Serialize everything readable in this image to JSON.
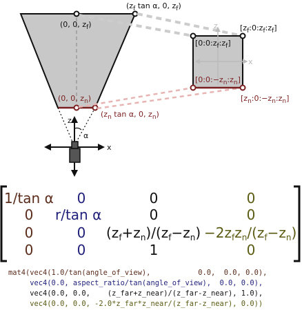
{
  "colors": {
    "frustum_fill": "#c8c8c8",
    "guide": "#bbbbbb",
    "dark_red": "#7a1f1f",
    "pink_dash": "#e7b4b4",
    "navy": "#1f1f7a",
    "olive": "#5b5b14",
    "brown": "#5a2c1c",
    "black": "#111111"
  },
  "frustum": {
    "label_far_right": "(z",
    "label_far_right_sub": "f",
    "label_far_right_mid": " tan α, 0, z",
    "label_far_right_end_sub": "f",
    "label_far_right_close": ")",
    "label_far_center": "(0, 0, z",
    "label_far_center_sub": "f",
    "label_far_center_close": ")",
    "label_near_center": "(0, 0, z",
    "label_near_center_sub": "n",
    "label_near_center_close": ")",
    "label_near_right": "(z",
    "label_near_right_sub": "n",
    "label_near_right_mid": " tan α, 0, z",
    "label_near_right_end_sub": "n",
    "label_near_right_close": ")"
  },
  "ndc": {
    "label_top_right_a": "[z",
    "label_top_right_sub1": "f",
    "label_top_right_b": ":0:z",
    "label_top_right_sub2": "f",
    "label_top_right_c": ":z",
    "label_top_right_sub3": "f",
    "label_top_right_d": "]",
    "label_top_center_a": "[0:0:z",
    "label_top_center_sub1": "f",
    "label_top_center_b": ":z",
    "label_top_center_sub2": "f",
    "label_top_center_c": "]",
    "label_bottom_center_a": "[0:0:−z",
    "label_bottom_center_sub1": "n",
    "label_bottom_center_b": ":z",
    "label_bottom_center_sub2": "n",
    "label_bottom_center_c": "]",
    "label_bottom_right_a": "[z",
    "label_bottom_right_sub1": "n",
    "label_bottom_right_b": ":0:−z",
    "label_bottom_right_sub2": "n",
    "label_bottom_right_c": ":z",
    "label_bottom_right_sub3": "n",
    "label_bottom_right_d": "]",
    "axis_z": "z",
    "axis_x": "x"
  },
  "camera": {
    "axis_z": "z",
    "axis_x": "x",
    "angle": "α"
  },
  "matrix": {
    "r0c0": "1/tan α",
    "r0c1": "0",
    "r0c2": "0",
    "r0c3": "0",
    "r1c0": "0",
    "r1c1": "r/tan α",
    "r1c2": "0",
    "r1c3": "0",
    "r2c0": "0",
    "r2c1": "0",
    "r2c2_a": "(z",
    "r2c2_s1": "f",
    "r2c2_b": "+z",
    "r2c2_s2": "n",
    "r2c2_c": ")/(z",
    "r2c2_s3": "f",
    "r2c2_d": "−z",
    "r2c2_s4": "n",
    "r2c2_e": ")",
    "r2c3_a": "−2z",
    "r2c3_s1": "f",
    "r2c3_b": "z",
    "r2c3_s2": "n",
    "r2c3_c": "/(z",
    "r2c3_s3": "f",
    "r2c3_d": "−z",
    "r2c3_s4": "n",
    "r2c3_e": ")",
    "r3c0": "0",
    "r3c1": "0",
    "r3c2": "1",
    "r3c3": "0"
  },
  "code": {
    "line1": "mat4(vec4(1.0/tan(angle_of_view),           0.0,  0.0, 0.0),",
    "line2": "     vec4(0.0, aspect_ratio/tan(angle_of_view),  0.0, 0.0),",
    "line3": "     vec4(0.0, 0.0,    (z_far+z_near)/(z_far-z_near), 1.0),",
    "line4": "     vec4(0.0, 0.0, -2.0*z_far*z_near/(z_far-z_near), 0.0))"
  }
}
